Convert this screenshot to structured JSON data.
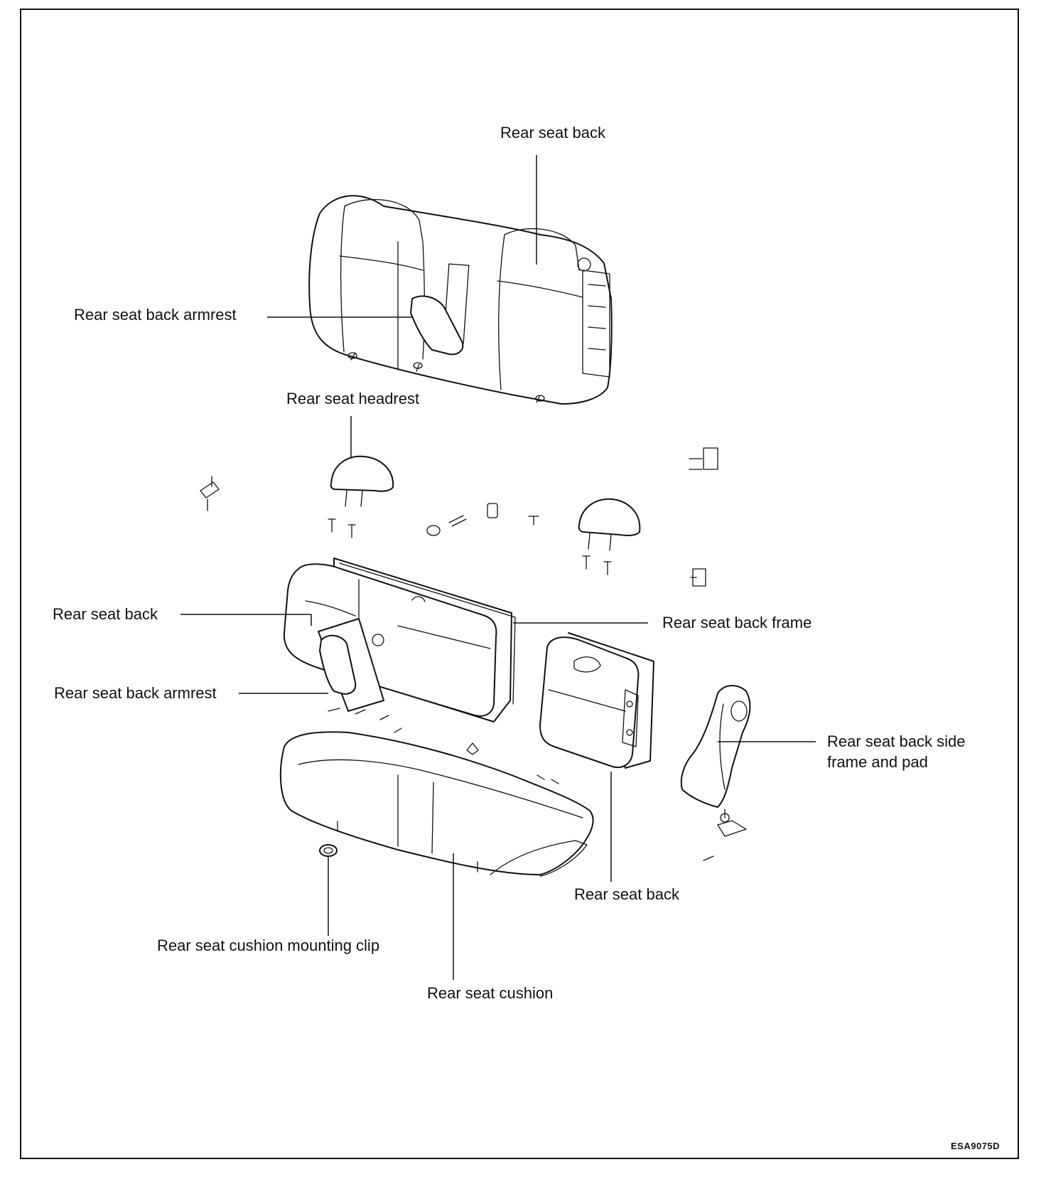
{
  "labels": {
    "rear_seat_back_top": "Rear seat back",
    "rear_seat_back_armrest_top": "Rear seat back armrest",
    "rear_seat_headrest": "Rear seat headrest",
    "rear_seat_back_left": "Rear seat back",
    "rear_seat_back_frame": "Rear seat back frame",
    "rear_seat_back_armrest_mid": "Rear seat back armrest",
    "rear_seat_back_side_frame_line1": "Rear seat back side",
    "rear_seat_back_side_frame_line2": "frame and pad",
    "rear_seat_back_right": "Rear seat back",
    "rear_seat_cushion_mounting_clip": "Rear seat cushion mounting clip",
    "rear_seat_cushion": "Rear seat cushion"
  },
  "figure_code": "ESA9075D"
}
